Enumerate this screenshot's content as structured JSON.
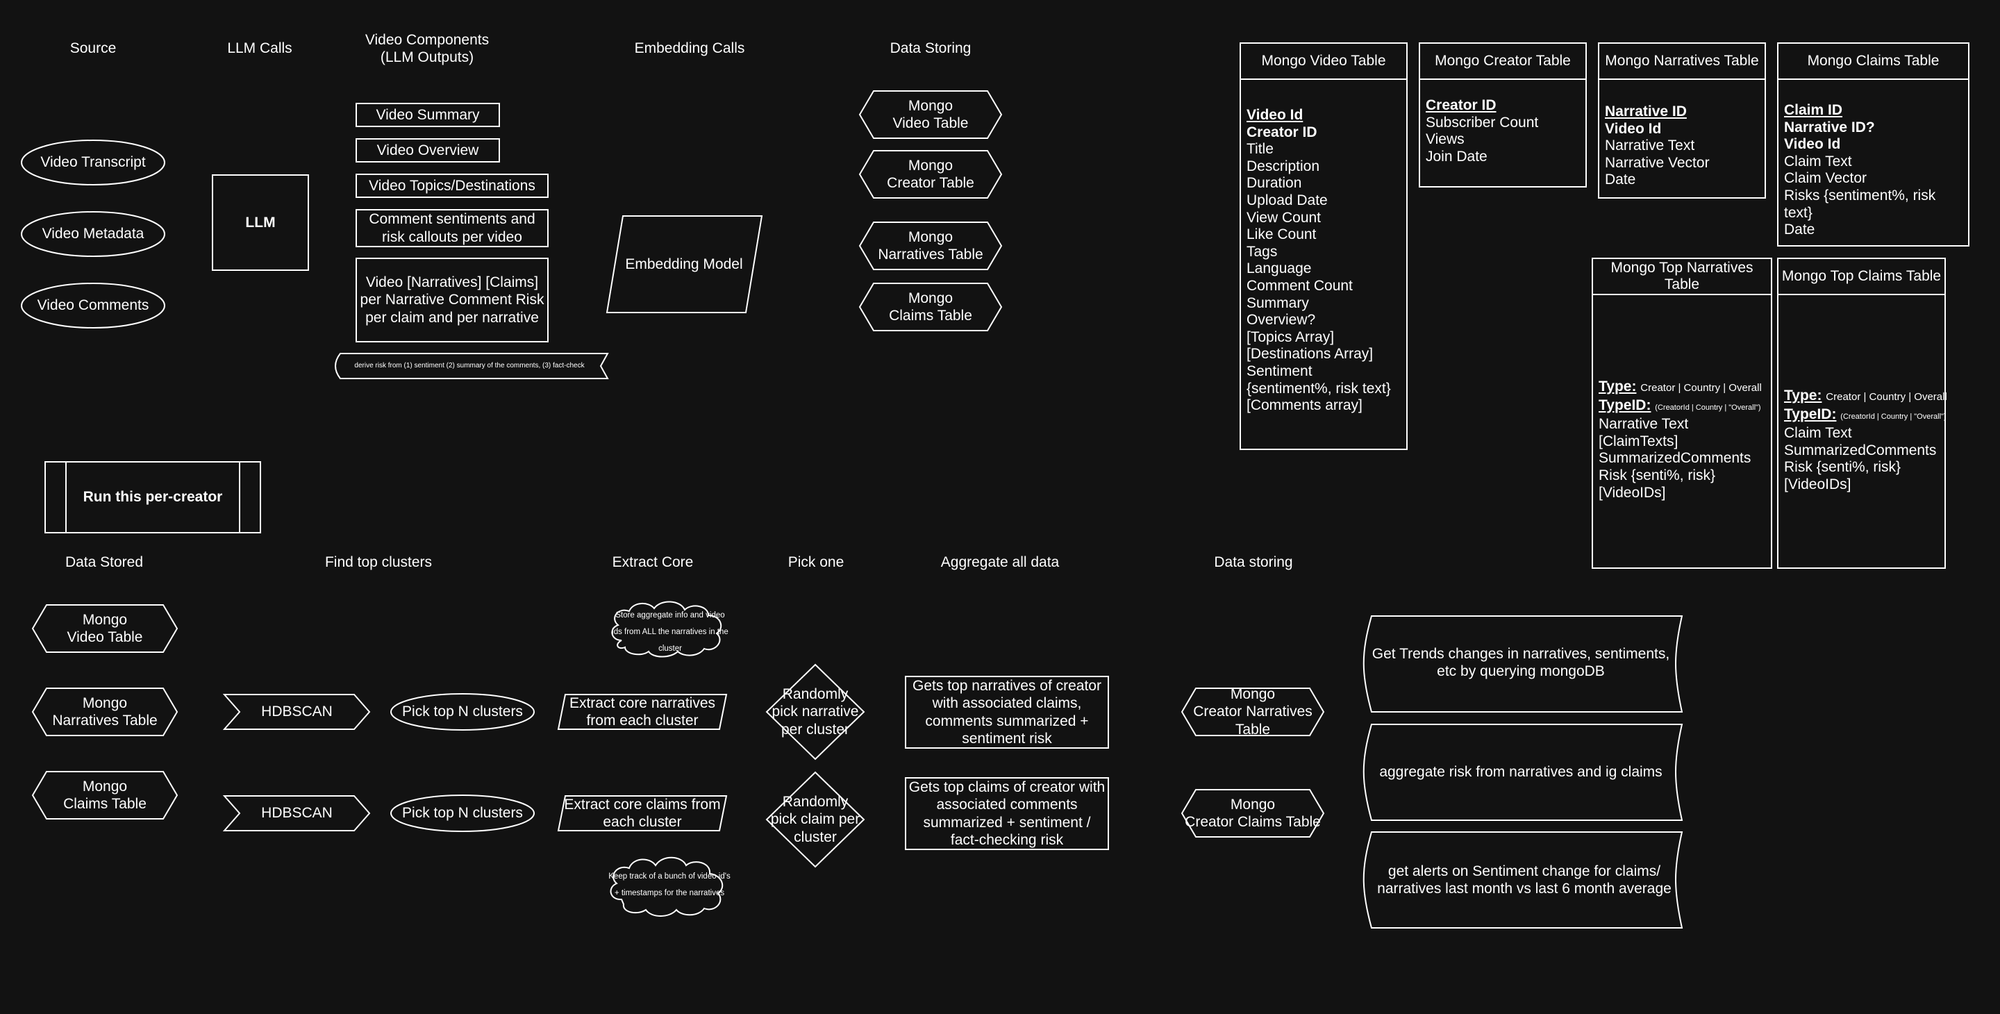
{
  "headers": {
    "source": "Source",
    "llm_calls": "LLM Calls",
    "video_components": "Video Components\n(LLM Outputs)",
    "embedding_calls": "Embedding Calls",
    "data_storing": "Data Storing",
    "data_stored": "Data Stored",
    "find_top_clusters": "Find top clusters",
    "extract_core": "Extract Core",
    "pick_one": "Pick one",
    "aggregate_all_data": "Aggregate all data",
    "data_storing_2": "Data storing"
  },
  "sources": [
    "Video Transcript",
    "Video Metadata",
    "Video Comments"
  ],
  "llm": "LLM",
  "components": [
    "Video Summary",
    "Video Overview",
    "Video Topics/Destinations",
    "Comment sentiments and risk callouts per video",
    "Video [Narratives] [Claims] per Narrative Comment Risk per claim and per narrative"
  ],
  "risk_note": "derive risk from (1) sentiment (2) summary of the comments, (3) fact-check",
  "embedding_model": "Embedding Model",
  "storing_top": [
    "Mongo\nVideo Table",
    "Mongo\nCreator Table",
    "Mongo\nNarratives Table",
    "Mongo\nClaims Table"
  ],
  "run_per_creator": "Run this per-creator",
  "stored_bottom": [
    "Mongo\nVideo Table",
    "Mongo\nNarratives Table",
    "Mongo\nClaims Table"
  ],
  "hdbscan": [
    "HDBSCAN",
    "HDBSCAN"
  ],
  "pick_top": [
    "Pick top N clusters",
    "Pick top N clusters"
  ],
  "extract": [
    "Extract core narratives from each cluster",
    "Extract core claims from each cluster"
  ],
  "cloud_top": "Store aggregate info and video ids from ALL the narratives in the cluster",
  "cloud_bottom": "Keep track of a bunch of video id's + timestamps for the narratives",
  "random_pick": [
    "Randomly pick narrative per cluster",
    "Randomly pick claim per cluster"
  ],
  "aggregate": [
    "Gets top narratives of creator with associated claims, comments summarized + sentiment risk",
    "Gets top claims of creator with associated comments summarized + sentiment / fact-checking risk"
  ],
  "storing_bottom": [
    "Mongo\nCreator Narratives Table",
    "Mongo\nCreator Claims Table"
  ],
  "notes": [
    "Get Trends changes in narratives, sentiments, etc by querying mongoDB",
    "aggregate risk from narratives and ig claims",
    "get alerts on Sentiment change for claims/ narratives last month vs last 6 month average"
  ],
  "tables": {
    "video": {
      "title": "Mongo Video Table",
      "key": "Video Id",
      "bold": "Creator ID",
      "fields": [
        "Title",
        "Description",
        "Duration",
        "Upload Date",
        "View Count",
        "Like Count",
        "Tags",
        "Language",
        "Comment Count",
        "Summary",
        "Overview?",
        "[Topics Array]",
        "[Destinations Array]",
        "Sentiment",
        "{sentiment%, risk text}",
        "[Comments array]"
      ]
    },
    "creator": {
      "title": "Mongo Creator Table",
      "key": "Creator ID",
      "fields": [
        "Subscriber Count",
        "Views",
        "Join Date"
      ]
    },
    "narratives": {
      "title": "Mongo Narratives Table",
      "key": "Narrative ID",
      "bold": "Video Id",
      "fields": [
        "Narrative Text",
        "Narrative Vector",
        "Date"
      ]
    },
    "claims": {
      "title": "Mongo Claims Table",
      "key": "Claim ID",
      "bold1": "Narrative ID?",
      "bold2": "Video Id",
      "fields": [
        "Claim Text",
        "Claim Vector",
        "Risks {sentiment%, risk text}",
        "Date"
      ]
    },
    "top_narratives": {
      "title": "Mongo Top Narratives Table",
      "type_label": "Type:",
      "type_value": "Creator | Country | Overall",
      "typeid_label": "TypeID:",
      "typeid_value": "(CreatorId | Country | \"Overall\")",
      "fields": [
        "Narrative Text",
        "[ClaimTexts]",
        "SummarizedComments",
        "Risk {senti%, risk}",
        "[VideoIDs]"
      ]
    },
    "top_claims": {
      "title": "Mongo Top Claims Table",
      "type_label": "Type:",
      "type_value": "Creator | Country | Overall",
      "typeid_label": "TypeID:",
      "typeid_value": "(CreatorId | Country | \"Overall\")",
      "fields": [
        "Claim Text",
        "SummarizedComments",
        "Risk {senti%, risk}",
        "[VideoIDs]"
      ]
    }
  },
  "colors": {
    "background": "#121212",
    "stroke": "#ffffff",
    "text": "#ffffff"
  }
}
